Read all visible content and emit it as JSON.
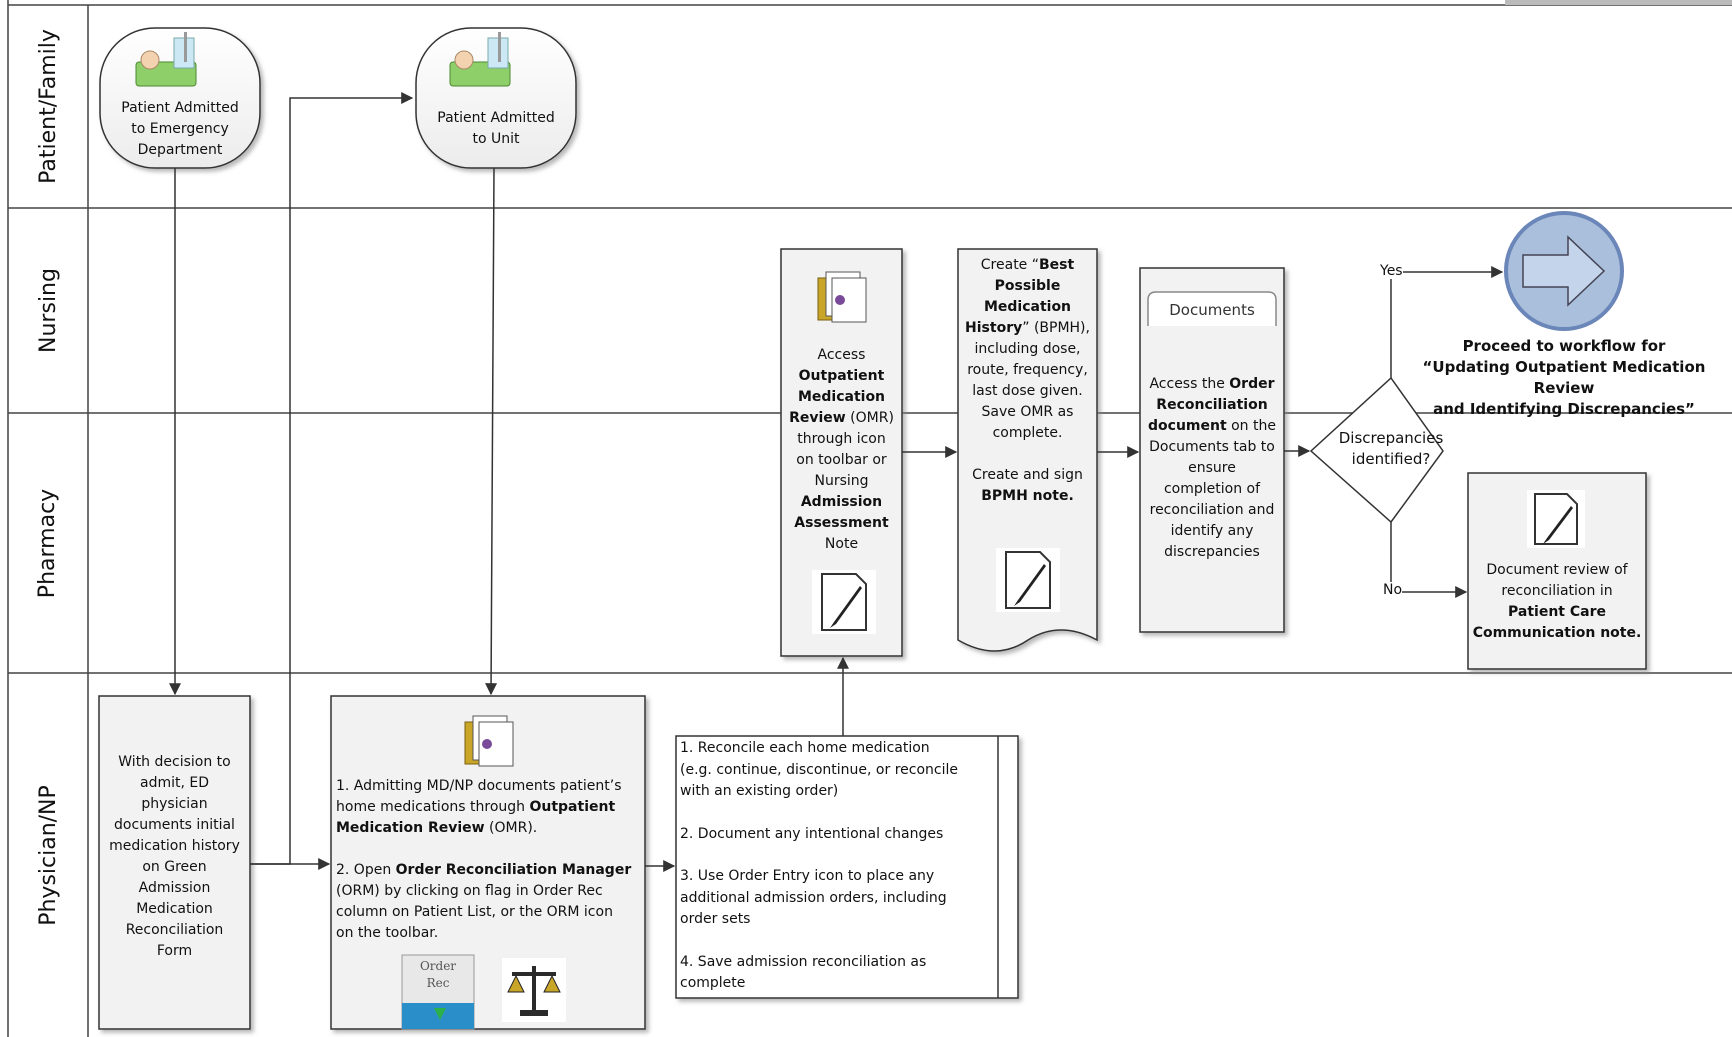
{
  "lanes": {
    "patient_family": "Patient/Family",
    "nursing": "Nursing",
    "pharmacy": "Pharmacy",
    "physician": "Physician/NP"
  },
  "nodes": {
    "admit_ed": {
      "lines": [
        "Patient Admitted",
        "to Emergency",
        "Department"
      ]
    },
    "admit_unit": {
      "lines": [
        "Patient Admitted",
        "to Unit"
      ]
    },
    "ed_physician": {
      "lines": [
        "With decision to",
        "admit, ED",
        "physician",
        "documents initial",
        "medication history",
        "on Green",
        "Admission",
        "Medication",
        "Reconciliation",
        "Form"
      ]
    },
    "admitting_md": {
      "p1_a": "1. Admitting MD/NP documents patient’s",
      "p1_b": "home medications through ",
      "p1_b_bold": "Outpatient",
      "p1_c_bold": "Medication Review",
      "p1_c": " (OMR).",
      "p2_a": "2. Open ",
      "p2_a_bold": "Order Reconciliation Manager",
      "p2_b": "(ORM) by clicking on flag in Order Rec",
      "p2_c": "column on Patient List, or the ORM icon",
      "p2_d": "on the toolbar.",
      "order_rec_label_1": "Order",
      "order_rec_label_2": "Rec"
    },
    "reconcile_steps": {
      "l1": "1. Reconcile each home medication",
      "l2": "(e.g. continue, discontinue, or reconcile",
      "l3": "with an existing order)",
      "l4": "2. Document any intentional changes",
      "l5": "3. Use Order Entry icon to place any",
      "l6": "additional admission orders, including",
      "l7": "order sets",
      "l8": "4. Save admission reconciliation as",
      "l9": "complete"
    },
    "access_omr": {
      "l1": "Access",
      "l2": "Outpatient",
      "l3": "Medication",
      "l4_bold": "Review",
      "l4": " (OMR)",
      "l5": "through icon",
      "l6": "on toolbar or",
      "l7": "Nursing",
      "l8": "Admission",
      "l9": "Assessment",
      "l10": "Note"
    },
    "bpmh": {
      "l1a": "Create “",
      "l1b": "Best",
      "l2": "Possible",
      "l3": "Medication",
      "l4a": "History",
      "l4b": "” (BPMH),",
      "l5": "including dose,",
      "l6": "route, frequency,",
      "l7": "last dose given.",
      "l8": "Save OMR as",
      "l9": "complete.",
      "l10": "Create and sign",
      "l11": "BPMH note."
    },
    "documents": {
      "tab": "Documents",
      "l1a": "Access the ",
      "l1b": "Order",
      "l2": "Reconciliation",
      "l3a": "document",
      "l3b": " on the",
      "l4": "Documents tab to",
      "l5": "ensure",
      "l6": "completion of",
      "l7": "reconciliation and",
      "l8": "identify any",
      "l9": "discrepancies"
    },
    "decision": {
      "l1": "Discrepancies",
      "l2": "identified?",
      "yes": "Yes",
      "no": "No"
    },
    "proceed": {
      "l1": "Proceed to workflow for",
      "l2": "“Updating Outpatient Medication Review",
      "l3": "and Identifying Discrepancies”"
    },
    "pcc_note": {
      "l1": "Document review of",
      "l2": "reconciliation in",
      "l3": "Patient Care",
      "l4": "Communication note."
    }
  },
  "colors": {
    "line": "#333333",
    "box_fill": "#f2f2f2",
    "offpage_fill": "#a9bfdc",
    "offpage_stroke": "#6b86b8",
    "bed_green": "#8fcf6a"
  },
  "icons": [
    "patient-bed-icon",
    "folder-documents-icon",
    "note-pen-icon",
    "order-rec-flag-icon",
    "scales-icon",
    "arrow-right-icon"
  ]
}
